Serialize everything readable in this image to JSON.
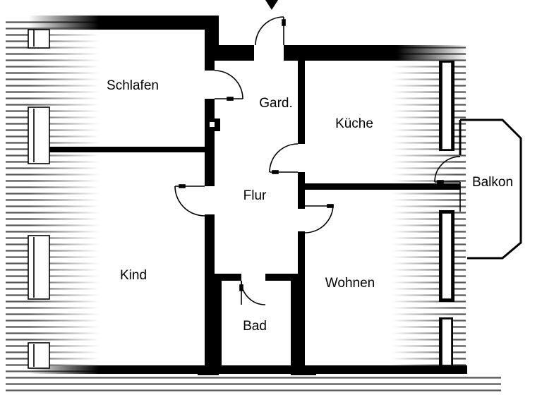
{
  "rooms": {
    "schlafen": "Schlafen",
    "gard": "Gard.",
    "kueche": "Küche",
    "balkon": "Balkon",
    "flur": "Flur",
    "kind": "Kind",
    "wohnen": "Wohnen",
    "bad": "Bad"
  },
  "colors": {
    "wall": "#000000",
    "background": "#ffffff",
    "roof_hatch": "#555555"
  }
}
